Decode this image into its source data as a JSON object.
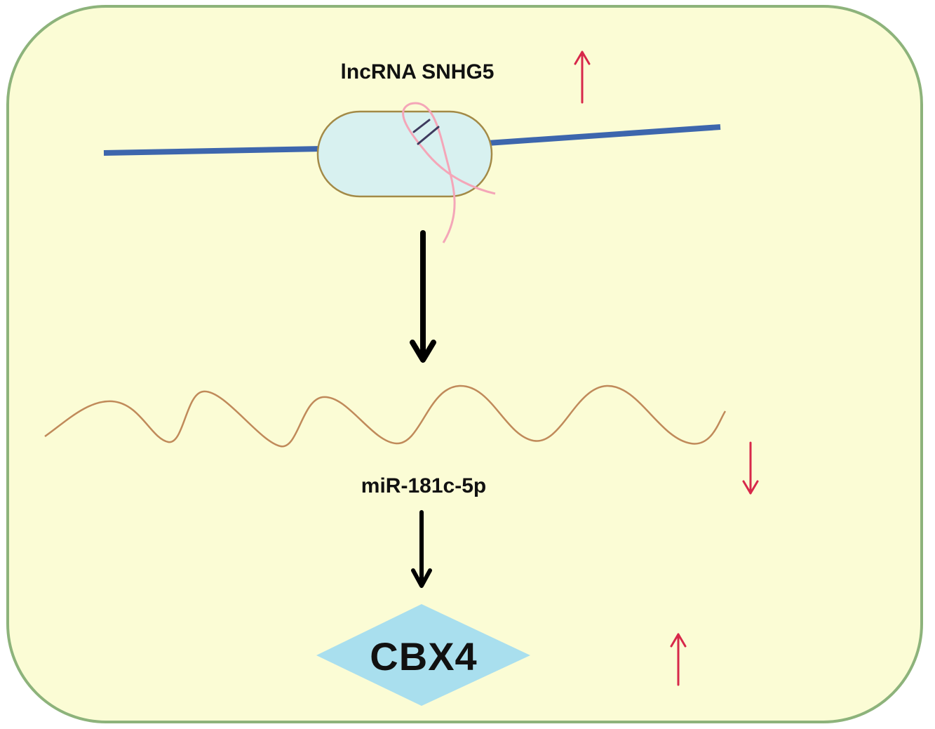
{
  "labels": {
    "lncrna": "lncRNA SNHG5",
    "mirna": "miR-181c-5p",
    "target": "CBX4"
  },
  "regulation": {
    "lncrna": "up",
    "mirna": "down",
    "target": "up"
  },
  "colors": {
    "cell_fill": "#fbfcd5",
    "cell_border": "#8db37b",
    "dna_strand": "#3d66ad",
    "capsule_fill": "#d8f1f0",
    "capsule_border": "#a38a47",
    "rna_strand": "#f4a6b8",
    "mirna_strand": "#c08a5a",
    "regulation_arrow": "#d7284a",
    "flow_arrow": "#000000",
    "target_diamond": "#a9dfee"
  }
}
